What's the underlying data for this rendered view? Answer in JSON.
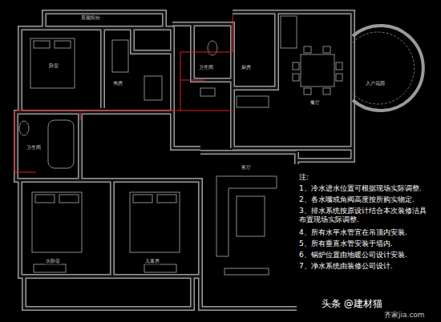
{
  "diagram": {
    "labels": [
      "景观阳台",
      "卧室",
      "书房",
      "卫生间",
      "厨房",
      "餐厅",
      "入户花园",
      "卫生间",
      "次卧室",
      "儿童房",
      "客厅",
      "注:",
      "1、冷水进水位置可根据现场实际调整.",
      "2、各水嘴或角阀高度按所购实物定.",
      "3、排水系统按原设计结合本次装修洁具 布置现场实际调整.",
      "4、所有水平水管宜在吊顶内安装.",
      "5、所有垂直水管安装于墙内.",
      "6、锅炉位置由地暖公司设计安装.",
      "7、净水系统由装修公司设计.",
      "头条 @建材猫",
      "齐家jia.com"
    ]
  }
}
